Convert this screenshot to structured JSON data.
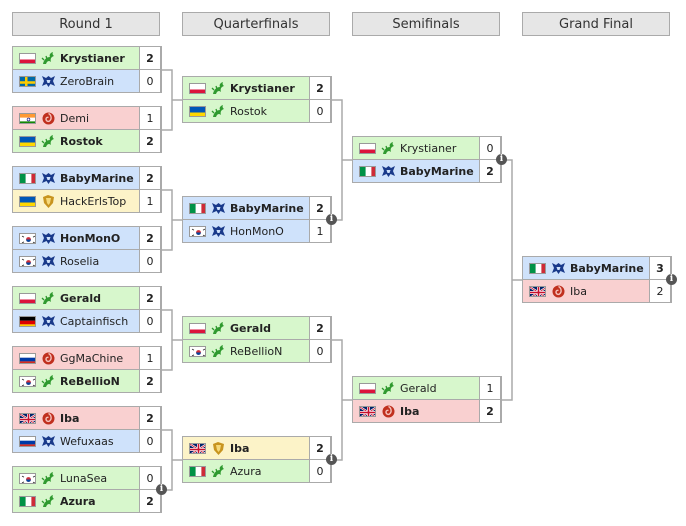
{
  "rounds": [
    "Round 1",
    "Quarterfinals",
    "Semifinals",
    "Grand Final"
  ],
  "matches": [
    {
      "round": 0,
      "players": [
        {
          "name": "Krystianer",
          "flag": "pl",
          "race": "zerg-green",
          "score": "2",
          "bg": "green",
          "win": true
        },
        {
          "name": "ZeroBrain",
          "flag": "se",
          "race": "terran",
          "score": "0",
          "bg": "blue",
          "win": false
        }
      ]
    },
    {
      "round": 0,
      "players": [
        {
          "name": "Demi",
          "flag": "in",
          "race": "zerg-red",
          "score": "1",
          "bg": "red",
          "win": false
        },
        {
          "name": "Rostok",
          "flag": "ua",
          "race": "zerg-green",
          "score": "2",
          "bg": "green",
          "win": true
        }
      ]
    },
    {
      "round": 0,
      "players": [
        {
          "name": "BabyMarine",
          "flag": "it",
          "race": "terran",
          "score": "2",
          "bg": "blue",
          "win": true
        },
        {
          "name": "HackErlsTop",
          "flag": "ua",
          "race": "protoss",
          "score": "1",
          "bg": "yellow",
          "win": false
        }
      ]
    },
    {
      "round": 0,
      "players": [
        {
          "name": "HonMonO",
          "flag": "kr",
          "race": "terran",
          "score": "2",
          "bg": "blue",
          "win": true
        },
        {
          "name": "Roselia",
          "flag": "kr",
          "race": "terran",
          "score": "0",
          "bg": "blue",
          "win": false
        }
      ]
    },
    {
      "round": 0,
      "players": [
        {
          "name": "Gerald",
          "flag": "pl",
          "race": "zerg-green",
          "score": "2",
          "bg": "green",
          "win": true
        },
        {
          "name": "Captainfisch",
          "flag": "de",
          "race": "terran",
          "score": "0",
          "bg": "blue",
          "win": false
        }
      ]
    },
    {
      "round": 0,
      "players": [
        {
          "name": "GgMaChine",
          "flag": "ru",
          "race": "zerg-red",
          "score": "1",
          "bg": "red",
          "win": false
        },
        {
          "name": "ReBellioN",
          "flag": "kr",
          "race": "zerg-green",
          "score": "2",
          "bg": "green",
          "win": true
        }
      ]
    },
    {
      "round": 0,
      "players": [
        {
          "name": "Iba",
          "flag": "gb",
          "race": "zerg-red",
          "score": "2",
          "bg": "red",
          "win": true
        },
        {
          "name": "Wefuxaas",
          "flag": "ru",
          "race": "terran",
          "score": "0",
          "bg": "blue",
          "win": false
        }
      ]
    },
    {
      "round": 0,
      "info": true,
      "players": [
        {
          "name": "LunaSea",
          "flag": "kr",
          "race": "zerg-green",
          "score": "0",
          "bg": "green",
          "win": false
        },
        {
          "name": "Azura",
          "flag": "it",
          "race": "zerg-green",
          "score": "2",
          "bg": "green",
          "win": true
        }
      ]
    },
    {
      "round": 1,
      "players": [
        {
          "name": "Krystianer",
          "flag": "pl",
          "race": "zerg-green",
          "score": "2",
          "bg": "green",
          "win": true
        },
        {
          "name": "Rostok",
          "flag": "ua",
          "race": "zerg-green",
          "score": "0",
          "bg": "green",
          "win": false
        }
      ]
    },
    {
      "round": 1,
      "info": true,
      "players": [
        {
          "name": "BabyMarine",
          "flag": "it",
          "race": "terran",
          "score": "2",
          "bg": "blue",
          "win": true
        },
        {
          "name": "HonMonO",
          "flag": "kr",
          "race": "terran",
          "score": "1",
          "bg": "blue",
          "win": false
        }
      ]
    },
    {
      "round": 1,
      "players": [
        {
          "name": "Gerald",
          "flag": "pl",
          "race": "zerg-green",
          "score": "2",
          "bg": "green",
          "win": true
        },
        {
          "name": "ReBellioN",
          "flag": "kr",
          "race": "zerg-green",
          "score": "0",
          "bg": "green",
          "win": false
        }
      ]
    },
    {
      "round": 1,
      "info": true,
      "players": [
        {
          "name": "Iba",
          "flag": "gb",
          "race": "protoss",
          "score": "2",
          "bg": "yellow",
          "win": true
        },
        {
          "name": "Azura",
          "flag": "it",
          "race": "zerg-green",
          "score": "0",
          "bg": "green",
          "win": false
        }
      ]
    },
    {
      "round": 2,
      "info": true,
      "players": [
        {
          "name": "Krystianer",
          "flag": "pl",
          "race": "zerg-green",
          "score": "0",
          "bg": "green",
          "win": false
        },
        {
          "name": "BabyMarine",
          "flag": "it",
          "race": "terran",
          "score": "2",
          "bg": "blue",
          "win": true
        }
      ]
    },
    {
      "round": 2,
      "players": [
        {
          "name": "Gerald",
          "flag": "pl",
          "race": "zerg-green",
          "score": "1",
          "bg": "green",
          "win": false
        },
        {
          "name": "Iba",
          "flag": "gb",
          "race": "zerg-red",
          "score": "2",
          "bg": "red",
          "win": true
        }
      ]
    },
    {
      "round": 3,
      "info": true,
      "players": [
        {
          "name": "BabyMarine",
          "flag": "it",
          "race": "terran",
          "score": "3",
          "bg": "blue",
          "win": true
        },
        {
          "name": "Iba",
          "flag": "gb",
          "race": "zerg-red",
          "score": "2",
          "bg": "red",
          "win": false
        }
      ]
    }
  ],
  "info_glyph": "i",
  "colors": {
    "green": "#d7f7cc",
    "blue": "#cfe2fb",
    "red": "#f9d0d0",
    "yellow": "#fcf3c8",
    "line": "#aaaaaa"
  }
}
